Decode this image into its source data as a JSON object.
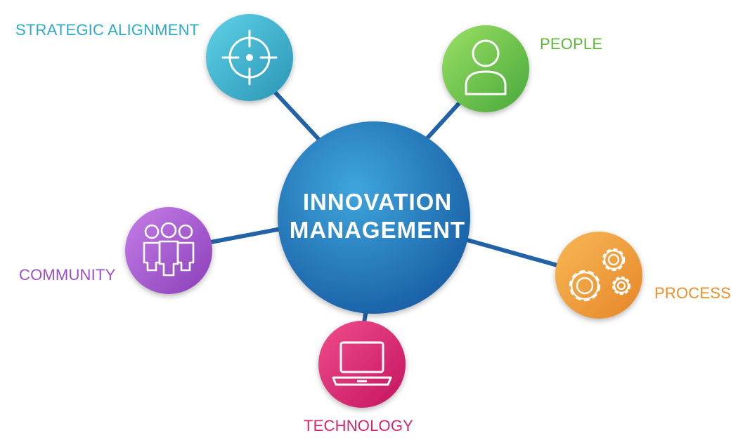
{
  "center": {
    "line1": "INNOVATION",
    "line2": "MANAGEMENT",
    "color": "#1f78bd"
  },
  "nodes": [
    {
      "id": "strategic-alignment",
      "label": "STRATEGIC ALIGNMENT",
      "icon": "target-icon",
      "color": "#3aaec8"
    },
    {
      "id": "people",
      "label": "PEOPLE",
      "icon": "person-icon",
      "color": "#6cc04a"
    },
    {
      "id": "community",
      "label": "COMMUNITY",
      "icon": "group-icon",
      "color": "#9b4fc4"
    },
    {
      "id": "process",
      "label": "PROCESS",
      "icon": "gears-icon",
      "color": "#ef9a2e"
    },
    {
      "id": "technology",
      "label": "TECHNOLOGY",
      "icon": "laptop-icon",
      "color": "#d9266e"
    }
  ],
  "connector_color": "#2262a6"
}
